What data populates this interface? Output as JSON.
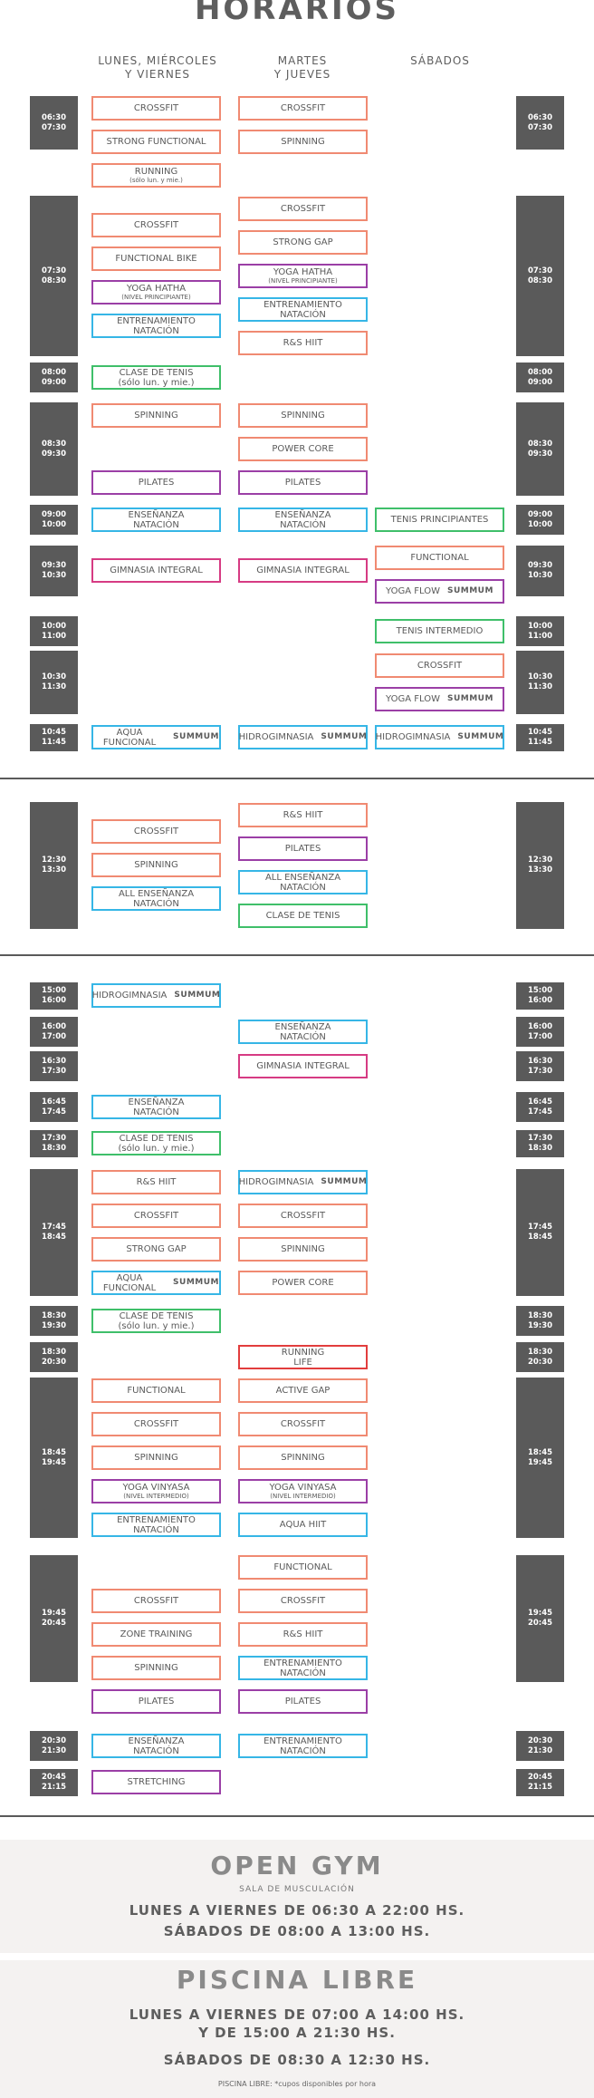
{
  "title": "HORARIOS",
  "columns": [
    "LUNES, MIÉRCOLES\nY VIERNES",
    "MARTES\nY JUEVES",
    "SÁBADOS"
  ],
  "colors": {
    "crossfit": "#f08a72",
    "yoga": "#9b3fa6",
    "natacion": "#36b6e6",
    "tenis": "#3fbf6a",
    "gimnasia": "#d63b83",
    "running": "#e23d3d"
  },
  "brand": "SUMMUM",
  "sections": [
    {
      "slots": [
        {
          "time": "06:30\n07:30",
          "lmv": [
            {
              "label": "CROSSFIT",
              "c": "crossfit"
            },
            {
              "label": "STRONG FUNCTIONAL",
              "c": "crossfit"
            },
            {
              "label": "RUNNING",
              "sub": "(sólo lun. y mie.)",
              "c": "crossfit"
            }
          ],
          "mj": [
            {
              "label": "CROSSFIT",
              "c": "crossfit"
            },
            {
              "label": "SPINNING",
              "c": "crossfit"
            }
          ],
          "sab": []
        },
        {
          "time": "07:30\n08:30",
          "lmv": [
            {
              "label": "CROSSFIT",
              "c": "crossfit"
            },
            {
              "label": "FUNCTIONAL BIKE",
              "c": "crossfit"
            },
            {
              "label": "YOGA HATHA",
              "sub": "(NIVEL PRINCIPIANTE)",
              "c": "yoga"
            },
            {
              "label": "ENTRENAMIENTO\nNATACIÓN",
              "c": "natacion"
            }
          ],
          "mj": [
            {
              "label": "CROSSFIT",
              "c": "crossfit"
            },
            {
              "label": "STRONG GAP",
              "c": "crossfit"
            },
            {
              "label": "YOGA HATHA",
              "sub": "(NIVEL PRINCIPIANTE)",
              "c": "yoga"
            },
            {
              "label": "ENTRENAMIENTO\nNATACIÓN",
              "c": "natacion"
            },
            {
              "label": "R&S HIIT",
              "c": "crossfit"
            }
          ],
          "sab": []
        },
        {
          "time": "08:00\n09:00",
          "lmv": [
            {
              "label": "CLASE DE TENIS",
              "sub2": "(sólo lun. y mie.)",
              "c": "tenis"
            }
          ],
          "mj": [],
          "sab": []
        },
        {
          "time": "08:30\n09:30",
          "lmv": [
            {
              "label": "SPINNING",
              "c": "crossfit"
            },
            null,
            {
              "label": "PILATES",
              "c": "yoga"
            }
          ],
          "mj": [
            {
              "label": "SPINNING",
              "c": "crossfit"
            },
            {
              "label": "POWER CORE",
              "c": "crossfit"
            },
            {
              "label": "PILATES",
              "c": "yoga"
            }
          ],
          "sab": []
        },
        {
          "time": "09:00\n10:00",
          "lmv": [
            {
              "label": "ENSEÑANZA\nNATACIÓN",
              "c": "natacion"
            }
          ],
          "mj": [
            {
              "label": "ENSEÑANZA\nNATACIÓN",
              "c": "natacion"
            }
          ],
          "sab": [
            {
              "label": "TENIS PRINCIPIANTES",
              "c": "tenis"
            }
          ]
        },
        {
          "time": "09:30\n10:30",
          "lmv": [
            {
              "label": "GIMNASIA INTEGRAL",
              "c": "gimnasia"
            }
          ],
          "mj": [
            {
              "label": "GIMNASIA INTEGRAL",
              "c": "gimnasia"
            }
          ],
          "sab": [
            {
              "label": "FUNCTIONAL",
              "c": "crossfit"
            },
            {
              "label": "YOGA FLOW",
              "brand": true,
              "c": "yoga"
            }
          ]
        },
        {
          "time": "10:00\n11:00",
          "lmv": [],
          "mj": [],
          "sab": [
            {
              "label": "TENIS INTERMEDIO",
              "c": "tenis"
            }
          ]
        },
        {
          "time": "10:30\n11:30",
          "lmv": [],
          "mj": [],
          "sab": [
            {
              "label": "CROSSFIT",
              "c": "crossfit"
            },
            {
              "label": "YOGA FLOW",
              "brand": true,
              "c": "yoga"
            }
          ]
        },
        {
          "time": "10:45\n11:45",
          "lmv": [
            {
              "label": "AQUA FUNCIONAL",
              "brand": true,
              "c": "natacion"
            }
          ],
          "mj": [
            {
              "label": "HIDROGIMNASIA",
              "brand": true,
              "c": "natacion"
            }
          ],
          "sab": [
            {
              "label": "HIDROGIMNASIA",
              "brand": true,
              "c": "natacion"
            }
          ]
        }
      ]
    },
    {
      "slots": [
        {
          "time": "12:30\n13:30",
          "lmv": [
            {
              "label": "CROSSFIT",
              "c": "crossfit"
            },
            {
              "label": "SPINNING",
              "c": "crossfit"
            },
            {
              "label": "ALL ENSEÑANZA\nNATACIÓN",
              "c": "natacion"
            }
          ],
          "mj": [
            {
              "label": "R&S HIIT",
              "c": "crossfit"
            },
            {
              "label": "PILATES",
              "c": "yoga"
            },
            {
              "label": "ALL ENSEÑANZA\nNATACIÓN",
              "c": "natacion"
            },
            {
              "label": "CLASE DE TENIS",
              "c": "tenis"
            }
          ],
          "sab": []
        }
      ]
    },
    {
      "slots": [
        {
          "time": "15:00\n16:00",
          "lmv": [
            {
              "label": "HIDROGIMNASIA",
              "brand": true,
              "c": "natacion"
            }
          ],
          "mj": [],
          "sab": []
        },
        {
          "time": "16:00\n17:00",
          "lmv": [],
          "mj": [
            {
              "label": "ENSEÑANZA\nNATACIÓN",
              "c": "natacion"
            }
          ],
          "sab": []
        },
        {
          "time": "16:30\n17:30",
          "lmv": [],
          "mj": [
            {
              "label": "GIMNASIA INTEGRAL",
              "c": "gimnasia"
            }
          ],
          "sab": []
        },
        {
          "time": "16:45\n17:45",
          "lmv": [
            {
              "label": "ENSEÑANZA\nNATACIÓN",
              "c": "natacion"
            }
          ],
          "mj": [],
          "sab": []
        },
        {
          "time": "17:30\n18:30",
          "lmv": [
            {
              "label": "CLASE DE TENIS",
              "sub2": "(sólo lun. y mie.)",
              "c": "tenis"
            }
          ],
          "mj": [],
          "sab": []
        },
        {
          "time": "17:45\n18:45",
          "lmv": [
            {
              "label": "R&S HIIT",
              "c": "crossfit"
            },
            {
              "label": "CROSSFIT",
              "c": "crossfit"
            },
            {
              "label": "STRONG GAP",
              "c": "crossfit"
            },
            {
              "label": "AQUA FUNCIONAL",
              "brand": true,
              "c": "natacion"
            }
          ],
          "mj": [
            {
              "label": "HIDROGIMNASIA",
              "brand": true,
              "c": "natacion"
            },
            {
              "label": "CROSSFIT",
              "c": "crossfit"
            },
            {
              "label": "SPINNING",
              "c": "crossfit"
            },
            {
              "label": "POWER CORE",
              "c": "crossfit"
            }
          ],
          "sab": []
        },
        {
          "time": "18:30\n19:30",
          "lmv": [
            {
              "label": "CLASE DE TENIS",
              "sub2": "(sólo lun. y mie.)",
              "c": "tenis"
            }
          ],
          "mj": [],
          "sab": []
        },
        {
          "time": "18:30\n20:30",
          "lmv": [],
          "mj": [
            {
              "label": "RUNNING\nLIFE",
              "c": "running"
            }
          ],
          "sab": []
        },
        {
          "time": "18:45\n19:45",
          "lmv": [
            {
              "label": "FUNCTIONAL",
              "c": "crossfit"
            },
            {
              "label": "CROSSFIT",
              "c": "crossfit"
            },
            {
              "label": "SPINNING",
              "c": "crossfit"
            },
            {
              "label": "YOGA VINYASA",
              "sub": "(NIVEL INTERMEDIO)",
              "c": "yoga"
            },
            {
              "label": "ENTRENAMIENTO\nNATACIÓN",
              "c": "natacion"
            }
          ],
          "mj": [
            {
              "label": "ACTIVE GAP",
              "c": "crossfit"
            },
            {
              "label": "CROSSFIT",
              "c": "crossfit"
            },
            {
              "label": "SPINNING",
              "c": "crossfit"
            },
            {
              "label": "YOGA VINYASA",
              "sub": "(NIVEL INTERMEDIO)",
              "c": "yoga"
            },
            {
              "label": "AQUA HIIT",
              "c": "natacion"
            }
          ],
          "sab": []
        },
        {
          "time": "19:45\n20:45",
          "lmv": [
            null,
            {
              "label": "CROSSFIT",
              "c": "crossfit"
            },
            {
              "label": "ZONE TRAINING",
              "c": "crossfit"
            },
            {
              "label": "SPINNING",
              "c": "crossfit"
            },
            {
              "label": "PILATES",
              "c": "yoga"
            }
          ],
          "mj": [
            {
              "label": "FUNCTIONAL",
              "c": "crossfit"
            },
            {
              "label": "CROSSFIT",
              "c": "crossfit"
            },
            {
              "label": "R&S HIIT",
              "c": "crossfit"
            },
            {
              "label": "ENTRENAMIENTO\nNATACIÓN",
              "c": "natacion"
            },
            {
              "label": "PILATES",
              "c": "yoga"
            }
          ],
          "sab": []
        },
        {
          "time": "20:30\n21:30",
          "lmv": [
            {
              "label": "ENSEÑANZA\nNATACIÓN",
              "c": "natacion"
            }
          ],
          "mj": [
            {
              "label": "ENTRENAMIENTO\nNATACIÓN",
              "c": "natacion"
            }
          ],
          "sab": []
        },
        {
          "time": "20:45\n21:15",
          "lmv": [
            {
              "label": "STRETCHING",
              "c": "yoga"
            }
          ],
          "mj": [],
          "sab": []
        }
      ]
    }
  ],
  "open_gym": {
    "title": "OPEN GYM",
    "subtitle": "SALA DE MUSCULACIÓN",
    "line1": "LUNES A VIERNES DE 06:30 A 22:00 HS.",
    "line2": "SÁBADOS DE 08:00 A 13:00 HS."
  },
  "piscina": {
    "title": "PISCINA LIBRE",
    "line1": "LUNES A VIERNES DE 07:00 A 14:00 HS.\nY DE 15:00 A 21:30 HS.",
    "line2": "SÁBADOS DE 08:30 A 12:30 HS.",
    "note": "PISCINA LIBRE: *cupos disponibles por hora"
  }
}
